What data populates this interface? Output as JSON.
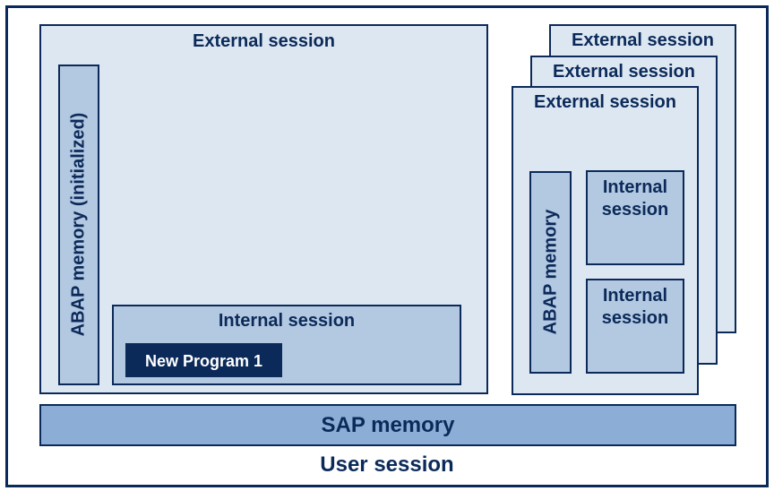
{
  "user_session_label": "User session",
  "sap_memory_label": "SAP memory",
  "main_external": {
    "title": "External session",
    "abap_memory_label": "ABAP memory (initialized)",
    "internal_session_label": "Internal session",
    "program_label": "New Program 1"
  },
  "stacked_externals": {
    "back_title": "External session",
    "middle_title": "External session",
    "front_title": "External session",
    "abap_memory_label": "ABAP memory",
    "internal_session_1": [
      "Internal",
      "session"
    ],
    "internal_session_2": [
      "Internal",
      "session"
    ]
  },
  "colors": {
    "border": "#0b2a59",
    "light_fill": "#dde7f2",
    "mid_fill": "#b3c8e1",
    "strong_fill": "#8caed6"
  }
}
